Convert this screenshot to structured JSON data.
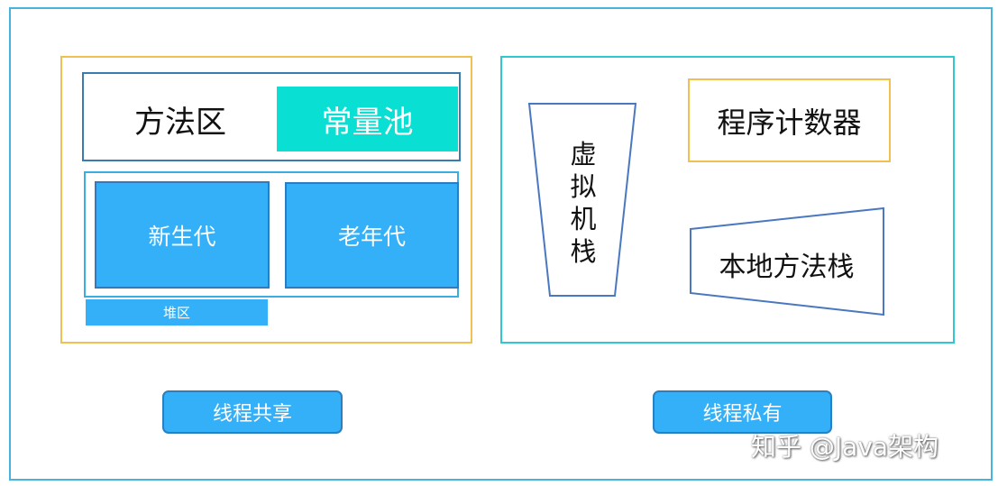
{
  "shared_region": {
    "method_area": "方法区",
    "constant_pool": "常量池",
    "young_generation": "新生代",
    "old_generation": "老年代",
    "heap": "堆区",
    "label": "线程共享"
  },
  "private_region": {
    "vm_stack_chars": [
      "虚",
      "拟",
      "机",
      "栈"
    ],
    "program_counter": "程序计数器",
    "native_method_stack": "本地方法栈",
    "label": "线程私有"
  },
  "watermark": "知乎 @Java架构",
  "colors": {
    "outer_border": "#46b4dc",
    "shared_border": "#f0c050",
    "private_border": "#30c8d0",
    "constant_pool_fill": "#0adfd3",
    "block_fill": "#33b0f8",
    "shape_stroke": "#4a78c0"
  }
}
